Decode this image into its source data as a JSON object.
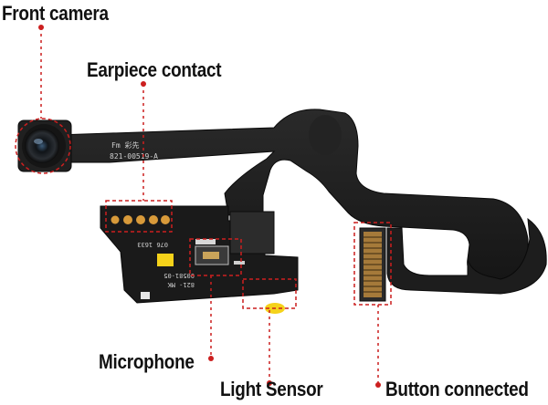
{
  "labels": {
    "front_camera": "Front camera",
    "earpiece_contact": "Earpiece contact",
    "microphone": "Microphone",
    "light_sensor": "Light Sensor",
    "button_connected": "Button connected"
  },
  "pcb_text": {
    "brand": "Fm 彩先",
    "part_number": "821-00519-A",
    "code_1": "076 1633",
    "code_2": "821- MK",
    "code_3": "00581-05"
  },
  "colors": {
    "annotation": "#cc1f1f",
    "flex_cable": "#1b1b1b",
    "gold_contact": "#d89a3a",
    "yellow_pad": "#f5d21a"
  }
}
